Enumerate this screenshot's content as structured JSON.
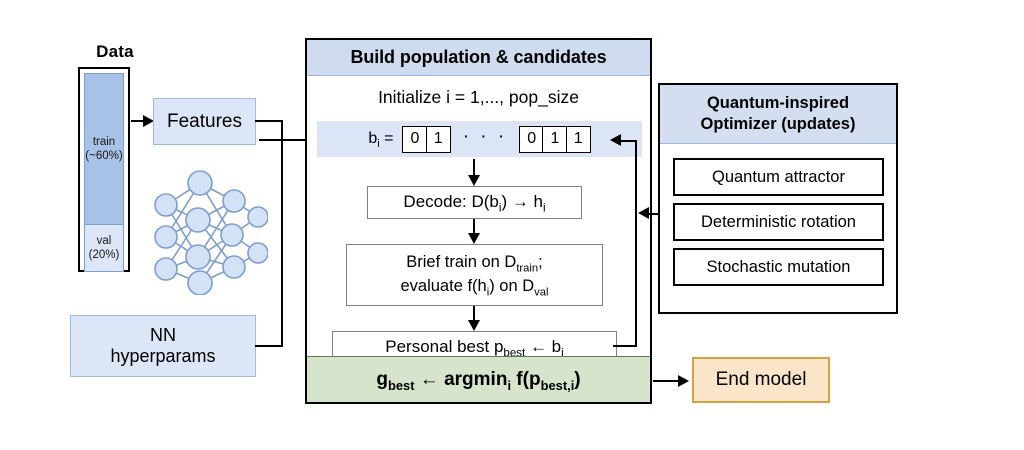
{
  "data_block": {
    "title": "Data",
    "train_label": "train",
    "train_pct": "(~60%)",
    "val_label": "val",
    "val_pct": "(20%)"
  },
  "features": {
    "label": "Features"
  },
  "hyperparams": {
    "line1": "NN",
    "line2": "hyperparams"
  },
  "network_graphic": {
    "name": "neural-network-illustration",
    "node_color": "#d4e2f5",
    "edge_color": "#7b9dd0"
  },
  "main_panel": {
    "header": "Build population & candidates",
    "initialize_line": "Initialize i = 1,..., pop_size",
    "bits": {
      "label": "b",
      "label_sub": "i",
      "equals": "=",
      "group_left": [
        "0",
        "1"
      ],
      "dots": "· · ·",
      "group_right": [
        "0",
        "1",
        "1"
      ]
    },
    "steps": [
      {
        "name": "decode",
        "text": "Decode: D(b_i) → h_i"
      },
      {
        "name": "brief-train",
        "text": "Brief train on D_train; evaluate f(h_i) on D_val"
      },
      {
        "name": "personal-best",
        "text": "Personal best p_best ← b_i"
      }
    ],
    "gbest_bar": "g_best ← argmin_i f(p_best,i)"
  },
  "optimizer_panel": {
    "header_line1": "Quantum-inspired",
    "header_line2": "Optimizer (updates)",
    "items": [
      "Quantum attractor",
      "Deterministic rotation",
      "Stochastic mutation"
    ]
  },
  "end_model": {
    "label": "End model"
  },
  "colors": {
    "light_blue_fill": "#dce6f7",
    "header_blue_fill": "#cfdcf0",
    "train_blue_fill": "#a8c1e6",
    "green_fill": "#d6e4cb",
    "orange_fill": "#fae5c8",
    "orange_border": "#d8a13c",
    "line_black": "#000000"
  }
}
